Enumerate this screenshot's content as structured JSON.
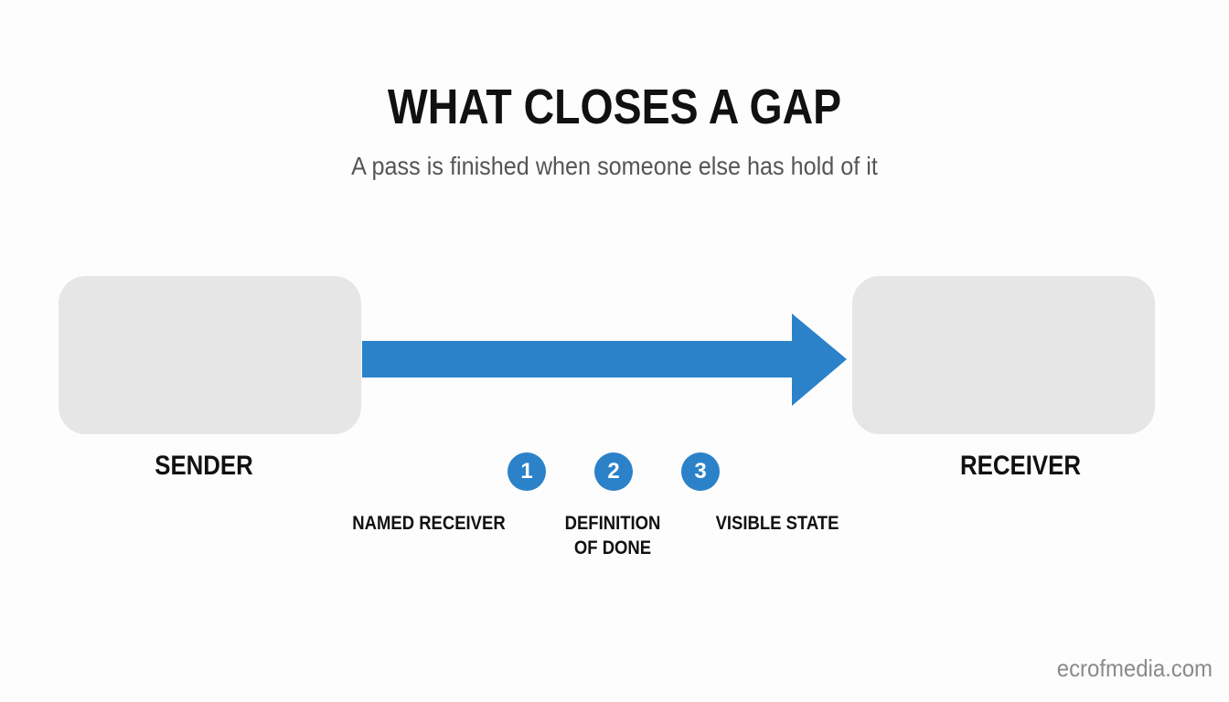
{
  "title": "WHAT CLOSES A GAP",
  "subtitle": "A pass is finished when someone else has hold of it",
  "nodes": {
    "sender": "SENDER",
    "receiver": "RECEIVER"
  },
  "steps": [
    {
      "number": "1",
      "label": "NAMED RECEIVER"
    },
    {
      "number": "2",
      "label": "DEFINITION OF DONE"
    },
    {
      "number": "3",
      "label": "VISIBLE STATE"
    }
  ],
  "watermark": "ecrofmedia.com",
  "colors": {
    "accent": "#2b82c9",
    "box": "#e6e6e6",
    "text": "#111111",
    "muted": "#555555"
  }
}
